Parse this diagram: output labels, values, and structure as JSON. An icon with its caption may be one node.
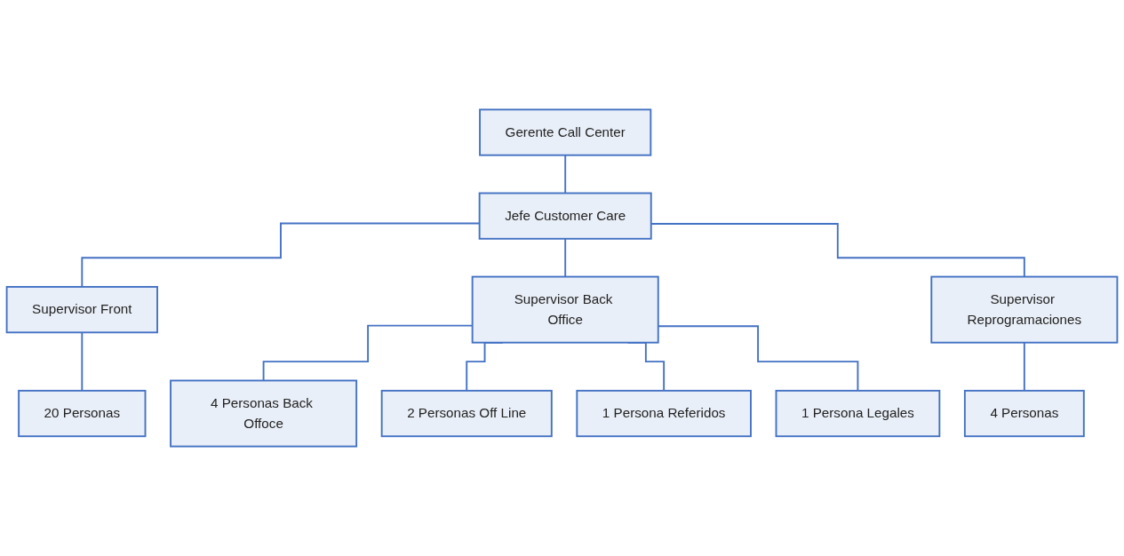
{
  "diagram": {
    "nodes": [
      {
        "text": [
          "Gerente Call Center"
        ]
      },
      {
        "text": [
          "Jefe Customer Care"
        ]
      },
      {
        "text": [
          "Supervisor Front"
        ]
      },
      {
        "text": [
          "Supervisor Back Office"
        ]
      },
      {
        "text": [
          "Supervisor Reprogramaciones"
        ]
      },
      {
        "text": [
          "20 Personas"
        ]
      },
      {
        "text": [
          "4 Personas Back Offoce"
        ]
      },
      {
        "text": [
          "2 Personas Off Line"
        ]
      },
      {
        "text": [
          "1 Persona Referidos"
        ]
      },
      {
        "text": [
          "1 Persona Legales"
        ]
      },
      {
        "text": [
          "4 Personas"
        ]
      }
    ],
    "edges": [
      {
        "from": 0,
        "to": 1,
        "arrow": "none"
      },
      {
        "from": 1,
        "to": 2,
        "arrow": "none"
      },
      {
        "from": 1,
        "to": 3,
        "arrow": "none"
      },
      {
        "from": 1,
        "to": 4,
        "arrow": "none"
      },
      {
        "from": 2,
        "to": 5,
        "arrow": "none"
      },
      {
        "from": 3,
        "to": 6,
        "arrow": "none"
      },
      {
        "from": 3,
        "to": 7,
        "arrow": "none"
      },
      {
        "from": 3,
        "to": 8,
        "arrow": "none"
      },
      {
        "from": 3,
        "to": 9,
        "arrow": "none"
      },
      {
        "from": 4,
        "to": 10,
        "arrow": "none"
      }
    ]
  }
}
